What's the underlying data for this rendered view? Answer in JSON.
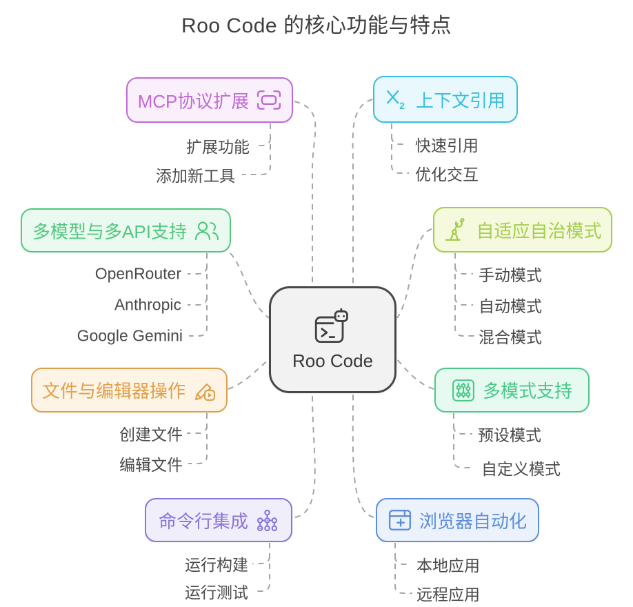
{
  "title": "Roo Code 的核心功能与特点",
  "center": {
    "label": "Roo Code",
    "icon": "terminal-robot-icon"
  },
  "branches": [
    {
      "id": "mcp",
      "label": "MCP协议扩展",
      "icon": "scan-icon",
      "color": "#c06ad6",
      "bg": "#faf0fc",
      "children": [
        "扩展功能",
        "添加新工具"
      ]
    },
    {
      "id": "context-reference",
      "label": "上下文引用",
      "icon": "subscript-icon",
      "color": "#38bfdc",
      "bg": "#e8f8fc",
      "children": [
        "快速引用",
        "优化交互"
      ]
    },
    {
      "id": "multi-model-api",
      "label": "多模型与多API支持",
      "icon": "team-icon",
      "color": "#53c77e",
      "bg": "#eafaf0",
      "children": [
        "OpenRouter",
        "Anthropic",
        "Google Gemini"
      ]
    },
    {
      "id": "adaptive-autonomy",
      "label": "自适应自治模式",
      "icon": "robot-arm-icon",
      "color": "#a5cd4c",
      "bg": "#f5fadf",
      "children": [
        "手动模式",
        "自动模式",
        "混合模式"
      ]
    },
    {
      "id": "file-editor-ops",
      "label": "文件与编辑器操作",
      "icon": "edit-media-icon",
      "color": "#dfa04b",
      "bg": "#fdf4e6",
      "children": [
        "创建文件",
        "编辑文件"
      ]
    },
    {
      "id": "multi-mode-support",
      "label": "多模式支持",
      "icon": "sliders-icon",
      "color": "#4bc989",
      "bg": "#e7faf1",
      "children": [
        "预设模式",
        "自定义模式"
      ]
    },
    {
      "id": "cli-integration",
      "label": "命令行集成",
      "icon": "network-icon",
      "color": "#8a73d9",
      "bg": "#f1eefb",
      "children": [
        "运行构建",
        "运行测试"
      ]
    },
    {
      "id": "browser-automation",
      "label": "浏览器自动化",
      "icon": "browser-plus-icon",
      "color": "#5c8dda",
      "bg": "#ebf2fc",
      "children": [
        "本地应用",
        "远程应用"
      ]
    }
  ],
  "colors": {
    "connector": "#a4a4a4",
    "child_text": "#4a4a4a",
    "title_text": "#3e3e3e",
    "center_border": "#47474c",
    "center_bg": "#f2f2f3"
  }
}
